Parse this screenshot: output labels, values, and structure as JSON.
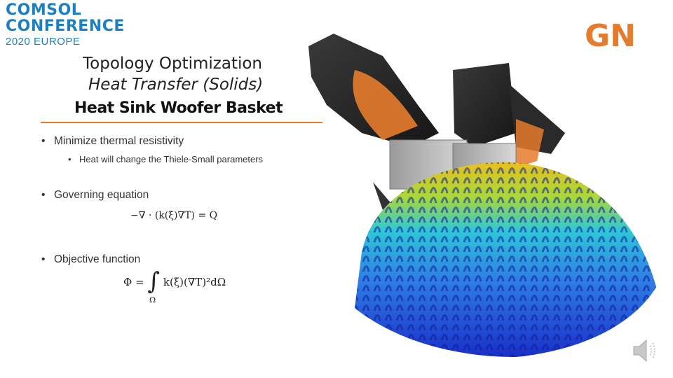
{
  "header": {
    "conference_line1": "COMSOL",
    "conference_line2": "CONFERENCE",
    "conference_line3": "2020 EUROPE",
    "brand": "GN"
  },
  "titles": {
    "title": "Topology Optimization",
    "subtitle": "Heat Transfer (Solids)",
    "heading": "Heat Sink Woofer Basket"
  },
  "bullets": {
    "b1": "Minimize thermal resistivity",
    "b1_sub": "Heat will change the Thiele-Small parameters",
    "b2": "Governing equation",
    "eq1": "−∇ · (k(ξ)∇T) = Q",
    "b3": "Objective function",
    "eq2_lhs": "Φ = ",
    "eq2_int": "∫",
    "eq2_rhs": "k(ξ)(∇T)²dΩ",
    "eq2_domain": "Ω"
  },
  "colors": {
    "accent_orange": "#e57b2c",
    "comsol_blue": "#1c7fc2",
    "gn_orange": "#e57b2c"
  },
  "icons": {
    "speaker": "speaker-icon"
  }
}
